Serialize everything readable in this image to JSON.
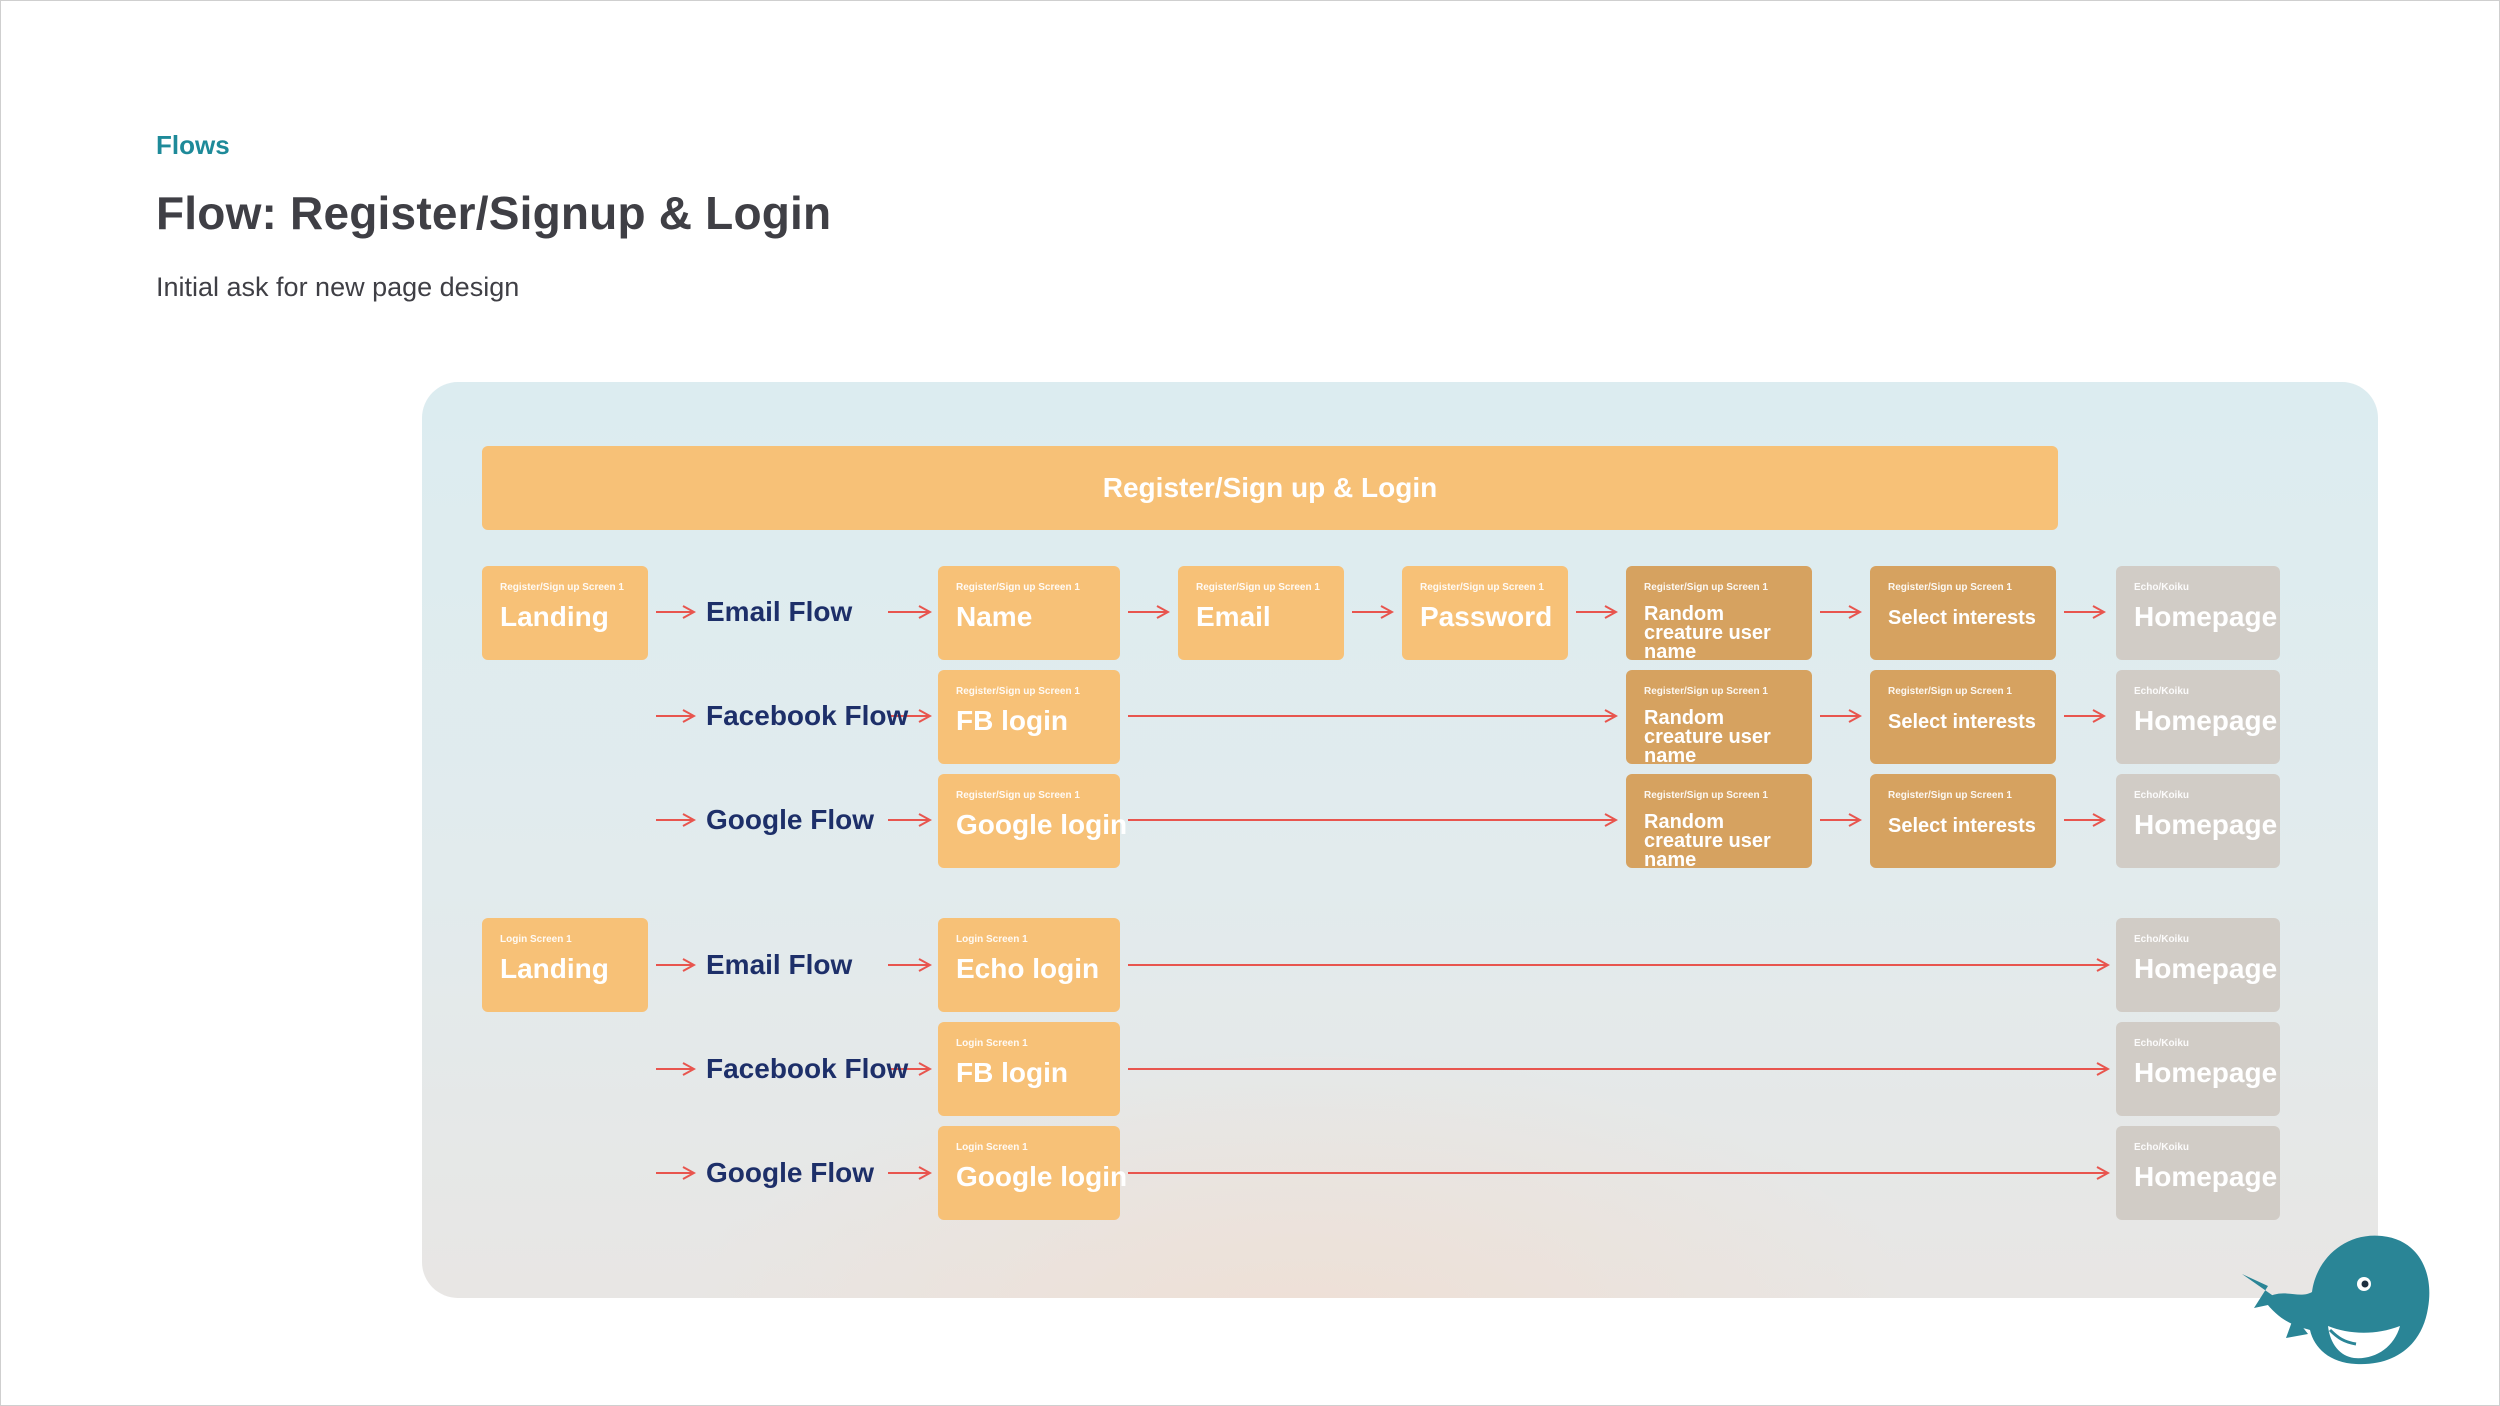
{
  "header": {
    "eyebrow": "Flows",
    "title": "Flow: Register/Signup & Login",
    "subtitle": "Initial ask for new page design"
  },
  "diagram": {
    "banner": "Register/Sign up & Login",
    "register": {
      "landing": {
        "caption": "Register/Sign up Screen  1",
        "label": "Landing"
      },
      "email_flow": {
        "label": "Email Flow",
        "steps": [
          {
            "caption": "Register/Sign up Screen  1",
            "label": "Name"
          },
          {
            "caption": "Register/Sign up Screen  1",
            "label": "Email"
          },
          {
            "caption": "Register/Sign up Screen  1",
            "label": "Password"
          },
          {
            "caption": "Register/Sign up Screen  1",
            "label": "Random creature user name"
          },
          {
            "caption": "Register/Sign up Screen  1",
            "label": "Select interests"
          },
          {
            "caption": "Echo/Koiku",
            "label": "Homepage"
          }
        ]
      },
      "facebook_flow": {
        "label": "Facebook Flow",
        "steps": [
          {
            "caption": "Register/Sign up Screen  1",
            "label": "FB login"
          },
          {
            "caption": "Register/Sign up Screen  1",
            "label": "Random creature user name"
          },
          {
            "caption": "Register/Sign up Screen  1",
            "label": "Select interests"
          },
          {
            "caption": "Echo/Koiku",
            "label": "Homepage"
          }
        ]
      },
      "google_flow": {
        "label": "Google Flow",
        "steps": [
          {
            "caption": "Register/Sign up Screen  1",
            "label": "Google login"
          },
          {
            "caption": "Register/Sign up Screen  1",
            "label": "Random creature user name"
          },
          {
            "caption": "Register/Sign up Screen  1",
            "label": "Select interests"
          },
          {
            "caption": "Echo/Koiku",
            "label": "Homepage"
          }
        ]
      }
    },
    "login": {
      "landing": {
        "caption": "Login Screen  1",
        "label": "Landing"
      },
      "email_flow": {
        "label": "Email Flow",
        "steps": [
          {
            "caption": "Login Screen  1",
            "label": "Echo login"
          },
          {
            "caption": "Echo/Koiku",
            "label": "Homepage"
          }
        ]
      },
      "facebook_flow": {
        "label": "Facebook Flow",
        "steps": [
          {
            "caption": "Login Screen  1",
            "label": "FB login"
          },
          {
            "caption": "Echo/Koiku",
            "label": "Homepage"
          }
        ]
      },
      "google_flow": {
        "label": "Google Flow",
        "steps": [
          {
            "caption": "Login Screen  1",
            "label": "Google login"
          },
          {
            "caption": "Echo/Koiku",
            "label": "Homepage"
          }
        ]
      }
    }
  },
  "colors": {
    "accent": "#1e8a99",
    "flow_label": "#1d2f69",
    "step_light": "#f7c177",
    "step_dark": "#d6a260",
    "destination": "#d1ccc6",
    "arrow": "#e8554e",
    "whale": "#2a8596"
  },
  "icons": {
    "mascot": "whale-icon"
  }
}
